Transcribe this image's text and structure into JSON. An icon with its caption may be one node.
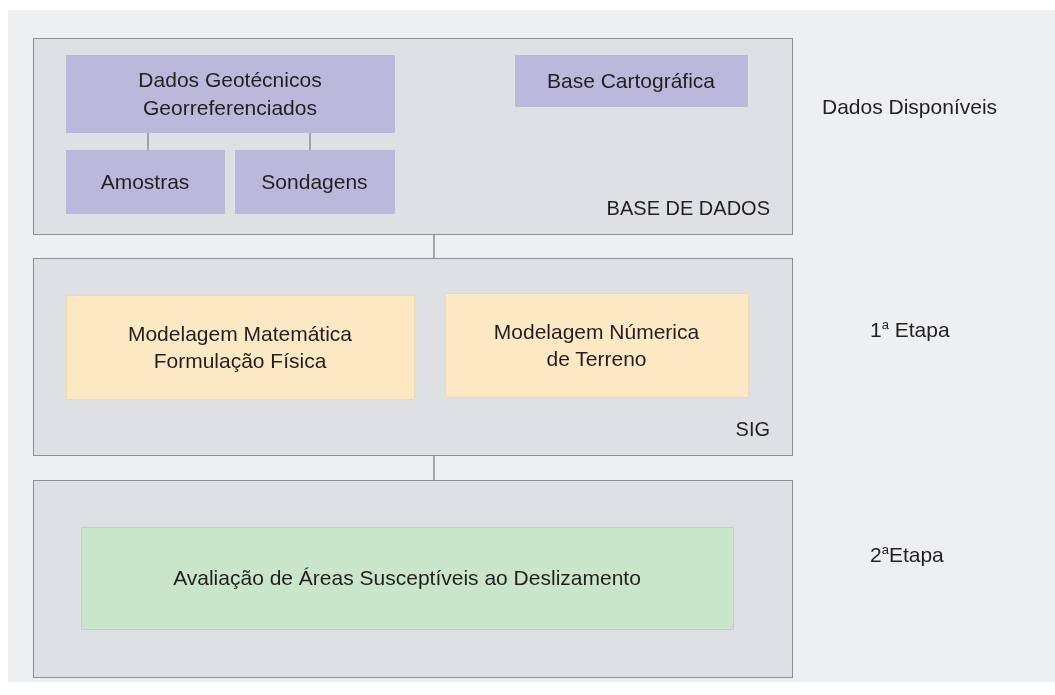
{
  "diagram": {
    "nodes": [
      {
        "text": [
          "BASE DE DADOS"
        ],
        "beside": [
          "Dados Disponíveis"
        ]
      },
      {
        "text": [
          "Dados Geotécnicos Georreferenciados"
        ],
        "in": 0
      },
      {
        "text": [
          "Base Cartográfica"
        ],
        "in": 0
      },
      {
        "text": [
          "Amostras"
        ],
        "in": 0
      },
      {
        "text": [
          "Sondagens"
        ],
        "in": 0
      },
      {
        "text": [
          "SIG"
        ],
        "beside": [
          "1$^{a}$ Etapa"
        ]
      },
      {
        "text": [
          "Modelagem Matemática Formulação Física"
        ],
        "in": 5
      },
      {
        "text": [
          "Modelagem Númerica de Terreno"
        ],
        "in": 5
      },
      {
        "text": [],
        "shape": "box",
        "beside": [
          "2$^{a}$Etapa"
        ]
      },
      {
        "text": [
          "Avaliação de Áreas Susceptíveis ao Deslizamento"
        ],
        "in": 8
      }
    ],
    "edges": [
      {
        "from": 1,
        "to": 3,
        "arrow": "none"
      },
      {
        "from": 1,
        "to": 4,
        "arrow": "none"
      },
      {
        "from": 0,
        "to": 5,
        "arrow": "none"
      },
      {
        "from": 5,
        "to": 8,
        "arrow": "none"
      }
    ]
  }
}
